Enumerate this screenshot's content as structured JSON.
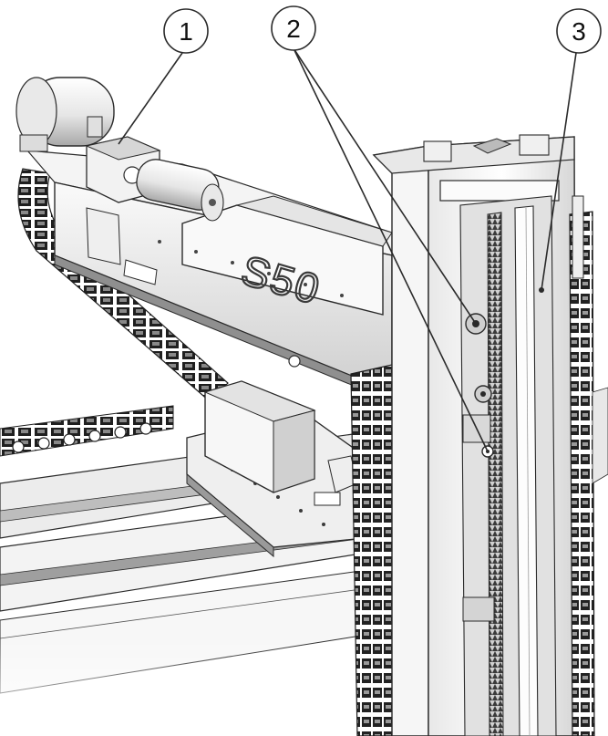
{
  "figure": {
    "machine_label": "S50",
    "callouts": [
      {
        "id": "1",
        "label": "1"
      },
      {
        "id": "2",
        "label": "2"
      },
      {
        "id": "3",
        "label": "3"
      }
    ]
  },
  "colors": {
    "line": "#2a2a2a",
    "shade_light": "#f2f2f2",
    "shade_mid": "#d9d9d9",
    "shade_dark": "#9a9a9a",
    "chain": "#1e1e1e"
  }
}
